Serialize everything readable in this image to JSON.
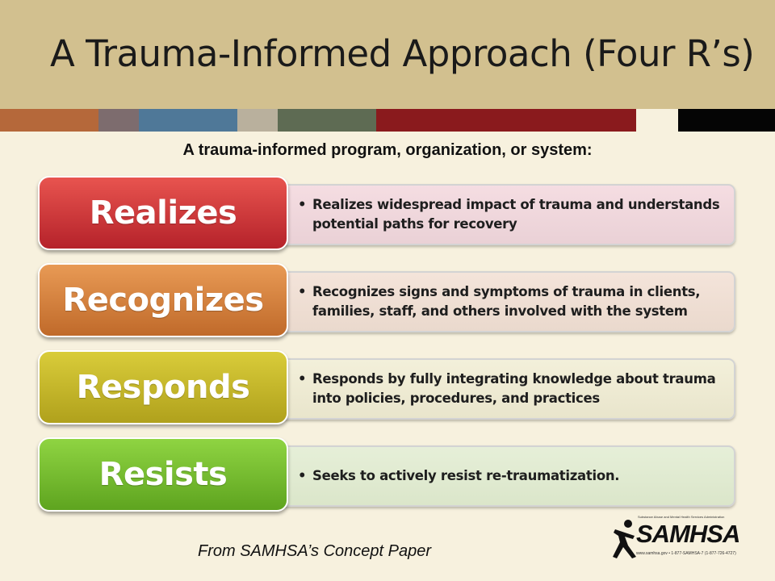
{
  "title": "A Trauma-Informed Approach (Four R’s)",
  "subtitle": "A trauma-informed program, organization, or system:",
  "stripes": [
    {
      "color": "#b5683a"
    },
    {
      "color": "#7d6c6e"
    },
    {
      "color": "#4f7898"
    },
    {
      "color": "#b9b09d"
    },
    {
      "color": "#5e6b53"
    },
    {
      "color": "#8a1a1d"
    },
    {
      "color": "#f7f1de"
    },
    {
      "color": "#050505"
    }
  ],
  "rows": [
    {
      "label": "Realizes",
      "text": "Realizes widespread impact of trauma and understands potential paths for recovery",
      "label_color_top": "#e8544f",
      "label_color_bottom": "#b5222a",
      "box_color_top": "#f5dde2",
      "box_color_bottom": "#ead1d6"
    },
    {
      "label": "Recognizes",
      "text": "Recognizes signs and symptoms of trauma in clients, families, staff, and others involved with the system",
      "label_color_top": "#e89a55",
      "label_color_bottom": "#c06a2a",
      "box_color_top": "#f4e4da",
      "box_color_bottom": "#ead9cd"
    },
    {
      "label": "Responds",
      "text": "Responds by fully integrating knowledge about trauma into policies, procedures, and practices",
      "label_color_top": "#d9cc3a",
      "label_color_bottom": "#b0a11c",
      "box_color_top": "#f3f0da",
      "box_color_bottom": "#e9e5cc"
    },
    {
      "label": "Resists",
      "text": "Seeks to actively resist re-traumatization.",
      "label_color_top": "#8fd442",
      "label_color_bottom": "#5ea41f",
      "box_color_top": "#e6efd8",
      "box_color_bottom": "#dbe6ca"
    }
  ],
  "bullet_char": "•",
  "footer": "From SAMHSA’s Concept Paper",
  "logo": {
    "word": "SAMHSA",
    "tagline": "Substance Abuse and Mental Health Services Administration",
    "contact": "www.samhsa.gov • 1-877-SAMHSA-7 (1-877-726-4727)",
    "icon": "running-figure-icon"
  }
}
